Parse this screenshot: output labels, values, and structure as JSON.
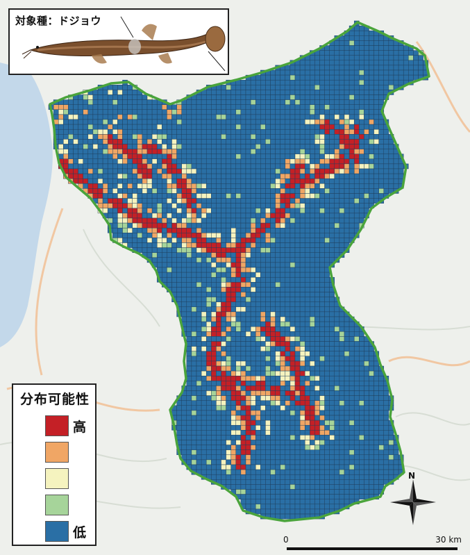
{
  "inset": {
    "title": "対象種：ドジョウ"
  },
  "legend": {
    "title": "分布可能性",
    "classes": [
      {
        "key": "very_high",
        "label": "高",
        "color": "#c42026"
      },
      {
        "key": "high",
        "label": "",
        "color": "#f0a665"
      },
      {
        "key": "medium",
        "label": "",
        "color": "#f5f3bf"
      },
      {
        "key": "low",
        "label": "",
        "color": "#a6d49a"
      },
      {
        "key": "very_low",
        "label": "低",
        "color": "#2a6fa5"
      }
    ]
  },
  "scale": {
    "start_label": "0",
    "end_label": "30 km"
  },
  "north_arrow": {
    "label": "N"
  },
  "colors": {
    "basin_outline": "#4aa43c",
    "sea": "#c3d8ea",
    "land": "#eef0ec",
    "grid_line": "#1e3e5c",
    "route": "#f1c7a2"
  }
}
